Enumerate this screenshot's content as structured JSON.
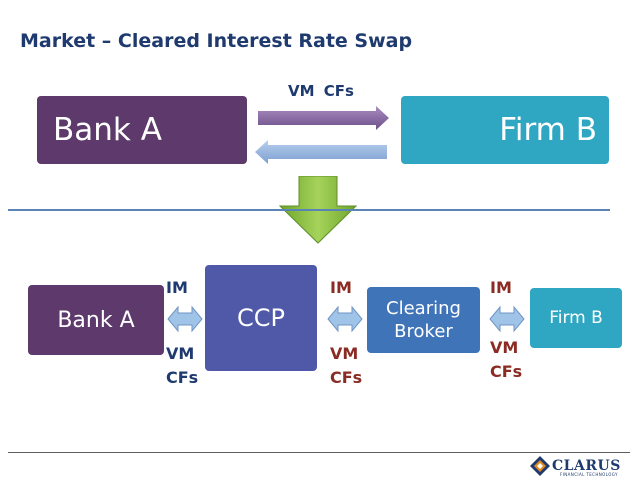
{
  "title": "Market – Cleared Interest Rate Swap",
  "top": {
    "left_party": "Bank A",
    "right_party": "Firm B",
    "flow_labels": [
      "VM",
      "CFs"
    ]
  },
  "bottom": {
    "nodes": [
      "Bank A",
      "CCP",
      "Clearing\nBroker",
      "Firm B"
    ],
    "links": [
      {
        "im": "IM",
        "vm": "VM",
        "cfs": "CFs"
      },
      {
        "im": "IM",
        "vm": "VM",
        "cfs": "CFs"
      },
      {
        "im": "IM",
        "vm": "VM",
        "cfs": "CFs"
      }
    ]
  },
  "logo": {
    "name": "CLARUS",
    "tagline": "FINANCIAL TECHNOLOGY"
  },
  "colors": {
    "purple": "#5d3a6b",
    "teal": "#2fa7c2",
    "ccp": "#5059a8",
    "broker": "#3f74b8",
    "title": "#1f3a6e",
    "label_red": "#8b2c24",
    "arrow_green": "#7fb33a"
  },
  "icons": [
    "right-arrow-icon",
    "left-arrow-icon",
    "down-arrow-icon",
    "double-arrow-icon",
    "clarus-logo-icon"
  ]
}
